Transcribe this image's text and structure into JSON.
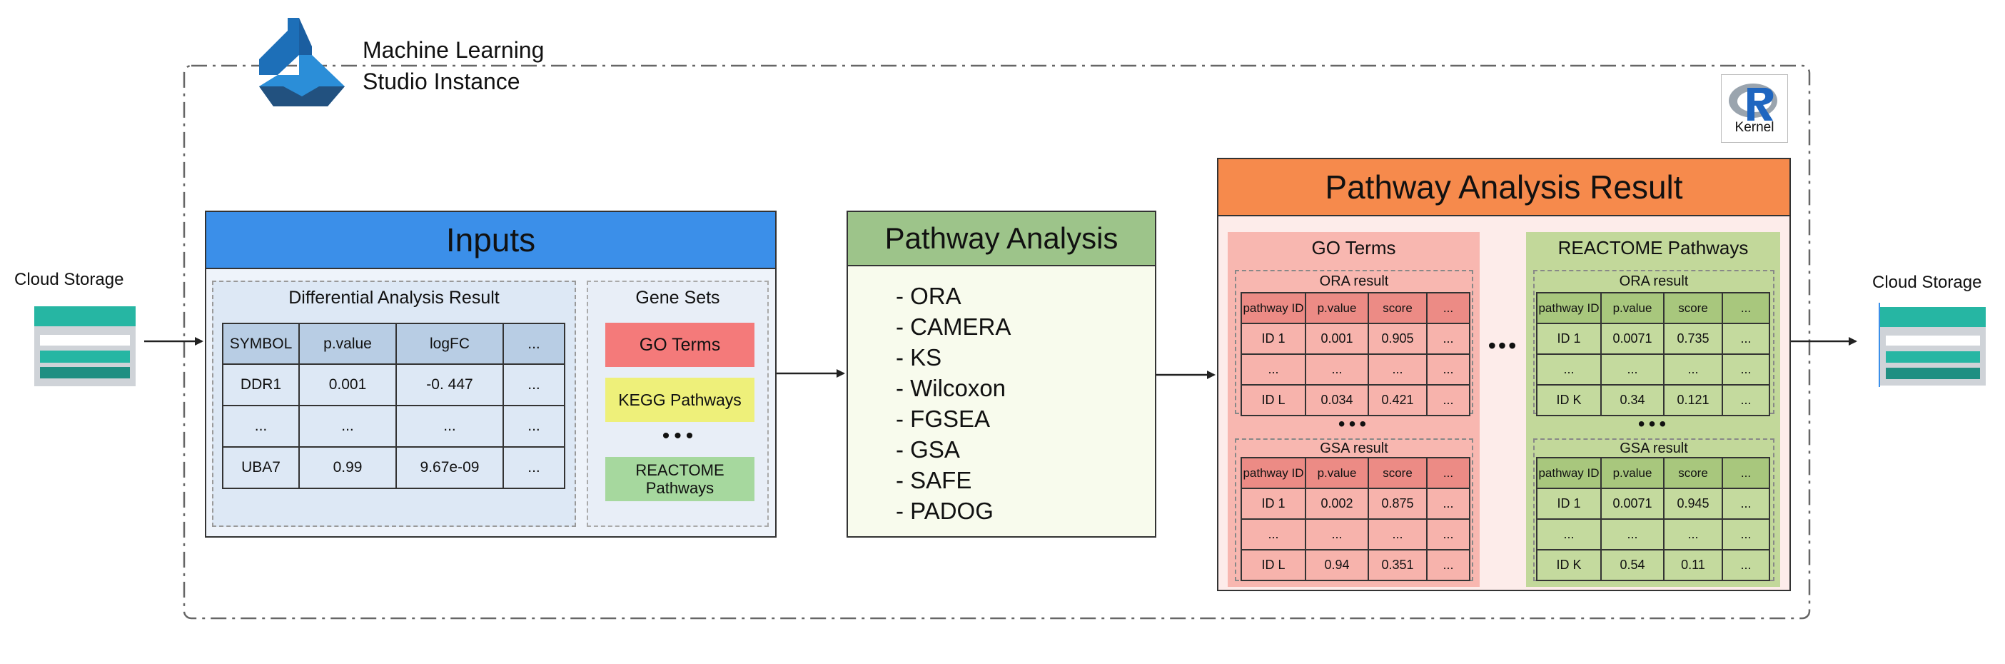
{
  "colors": {
    "inputs_header": "#3b8fe9",
    "pathway_header": "#9dc48a",
    "result_header": "#f68a4c",
    "go_terms": "#f47a7a",
    "kegg": "#eef07a",
    "reactome": "#a6d89e",
    "storage_teal": "#26b6a3"
  },
  "icons": [
    "azure-ml-flask-icon",
    "r-kernel-logo",
    "cloud-storage-icon"
  ],
  "brand": {
    "line1": "Machine Learning",
    "line2": "Studio Instance"
  },
  "kernel": {
    "letter": "R",
    "label": "Kernel"
  },
  "storage": {
    "left_label": "Cloud Storage",
    "right_label": "Cloud Storage"
  },
  "inputs": {
    "title": "Inputs",
    "dar_title": "Differential Analysis Result",
    "dar_headers": [
      "SYMBOL",
      "p.value",
      "logFC",
      "..."
    ],
    "dar_rows": [
      [
        "DDR1",
        "0.001",
        "-0. 447",
        "..."
      ],
      [
        "...",
        "...",
        "...",
        "..."
      ],
      [
        "UBA7",
        "0.99",
        "9.67e-09",
        "..."
      ]
    ],
    "gene_sets_title": "Gene Sets",
    "gene_sets": {
      "go": "GO Terms",
      "kegg": "KEGG Pathways",
      "dots": "•••",
      "reactome_line1": "REACTOME",
      "reactome_line2": "Pathways"
    }
  },
  "pathway_analysis": {
    "title": "Pathway Analysis",
    "methods": [
      "- ORA",
      "- CAMERA",
      "- KS",
      "- Wilcoxon",
      "- FGSEA",
      "- GSA",
      "- SAFE",
      "- PADOG"
    ]
  },
  "result": {
    "title": "Pathway Analysis Result",
    "between_dots": "•••",
    "go": {
      "title": "GO Terms",
      "ora_title": "ORA result",
      "gsa_title": "GSA result",
      "dots": "•••",
      "headers": [
        "pathway ID",
        "p.value",
        "score",
        "..."
      ],
      "ora_rows": [
        [
          "ID 1",
          "0.001",
          "0.905",
          "..."
        ],
        [
          "...",
          "...",
          "...",
          "..."
        ],
        [
          "ID L",
          "0.034",
          "0.421",
          "..."
        ]
      ],
      "gsa_rows": [
        [
          "ID 1",
          "0.002",
          "0.875",
          "..."
        ],
        [
          "...",
          "...",
          "...",
          "..."
        ],
        [
          "ID L",
          "0.94",
          "0.351",
          "..."
        ]
      ]
    },
    "reactome": {
      "title": "REACTOME Pathways",
      "ora_title": "ORA result",
      "gsa_title": "GSA result",
      "dots": "•••",
      "headers": [
        "pathway ID",
        "p.value",
        "score",
        "..."
      ],
      "ora_rows": [
        [
          "ID 1",
          "0.0071",
          "0.735",
          "..."
        ],
        [
          "...",
          "...",
          "...",
          "..."
        ],
        [
          "ID K",
          "0.34",
          "0.121",
          "..."
        ]
      ],
      "gsa_rows": [
        [
          "ID 1",
          "0.0071",
          "0.945",
          "..."
        ],
        [
          "...",
          "...",
          "...",
          "..."
        ],
        [
          "ID K",
          "0.54",
          "0.11",
          "..."
        ]
      ]
    }
  }
}
